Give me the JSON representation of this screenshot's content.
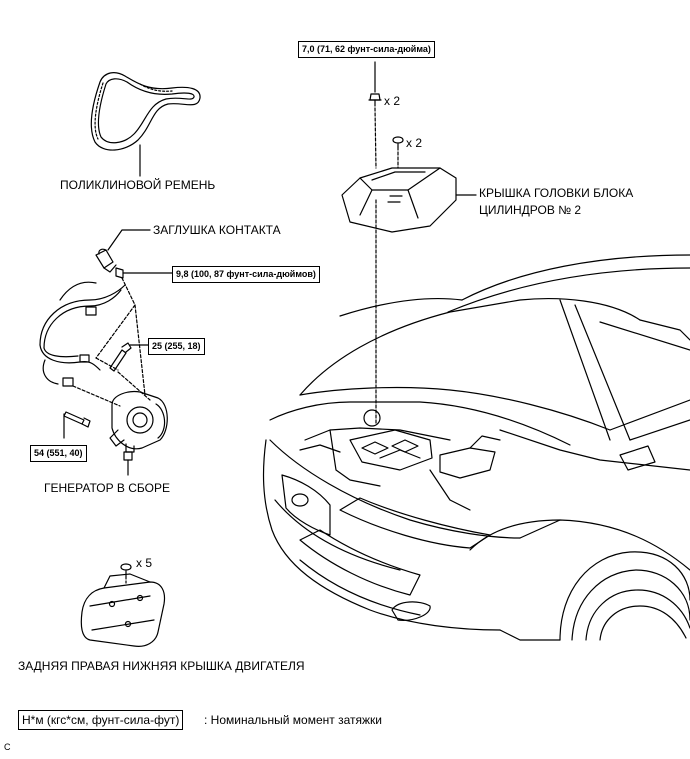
{
  "labels": {
    "belt": "ПОЛИКЛИНОВОЙ РЕМЕНЬ",
    "contact_cap": "ЗАГЛУШКА КОНТАКТА",
    "generator": "ГЕНЕРАТОР В СБОРЕ",
    "cover_line1": "КРЫШКА ГОЛОВКИ БЛОКА",
    "cover_line2": "ЦИЛИНДРОВ № 2",
    "engine_cover": "ЗАДНЯЯ ПРАВАЯ НИЖНЯЯ КРЫШКА ДВИГАТЕЛЯ"
  },
  "torques": {
    "cover_nut": "7,0 (71, 62 фунт-сила-дюйма)",
    "terminal_nut": "9,8 (100, 87 фунт-сила-дюймов)",
    "bolt_upper": "25 (255, 18)",
    "bolt_lower": "54 (551, 40)"
  },
  "quantities": {
    "cover_nut": "x 2",
    "cover_grommet": "x 2",
    "engine_cover_clip": "x 5"
  },
  "legend": {
    "unit": "Н*м (кгс*см, фунт-сила-фут)",
    "description": ": Номинальный момент затяжки"
  },
  "code": "C"
}
